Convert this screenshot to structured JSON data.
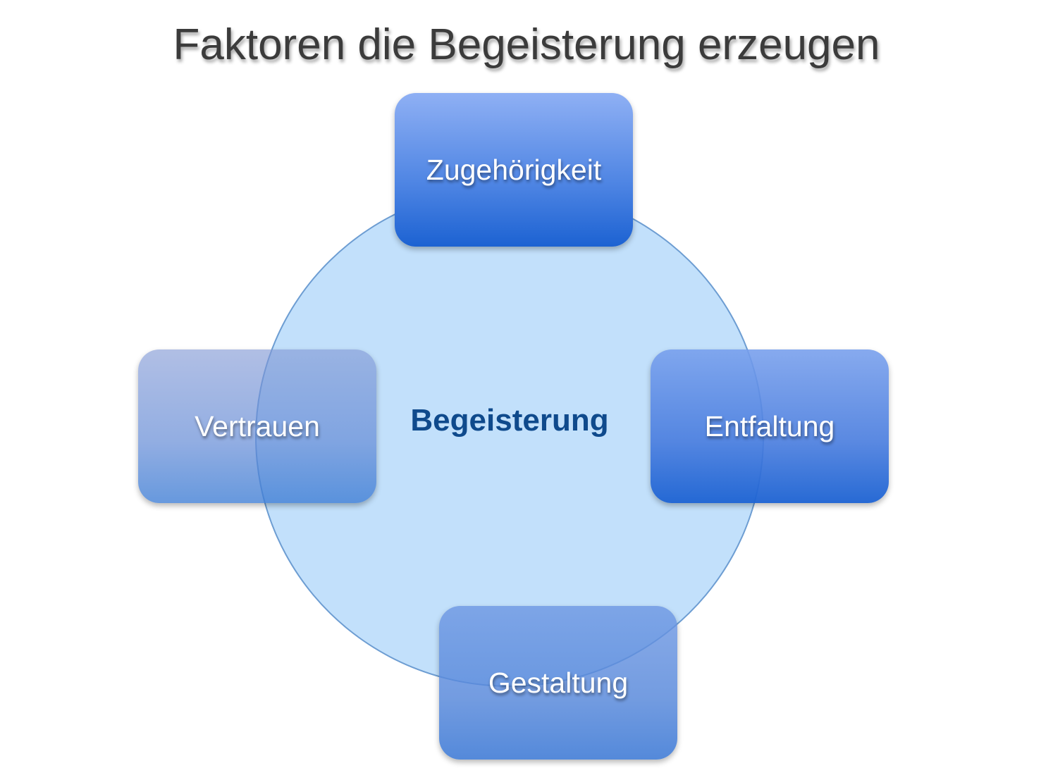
{
  "title": "Faktoren die Begeisterung erzeugen",
  "center": {
    "label": "Begeisterung"
  },
  "factors": {
    "top": "Zugehörigkeit",
    "right": "Entfaltung",
    "bottom": "Gestaltung",
    "left": "Vertrauen"
  },
  "colors": {
    "circle_fill": "#c2e0fb",
    "center_text": "#0f4a8c",
    "box_blue": "#1c62d2",
    "title_text": "#3b3b3b"
  }
}
